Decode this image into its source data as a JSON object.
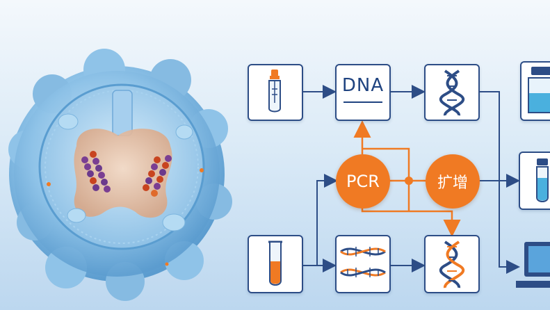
{
  "diagram": {
    "dna_label": "DNA",
    "pcr_label": "PCR",
    "amplify_label": "扩增"
  },
  "colors": {
    "flow_blue": "#2d4d86",
    "pcr_orange": "#f07a23",
    "cell_blue": "#8fc3e8",
    "nucleus_peach": "#e8c4a8",
    "chromosome_purple": "#6b3a8c",
    "chromosome_red": "#c8441f"
  },
  "icons": {
    "input_top": "dropper-tube-icon",
    "output_top": "dna-helix-icon",
    "input_bottom": "orange-sample-tube-icon",
    "middle_bottom": "double-dna-strand-icon",
    "output_bottom": "orange-dna-helix-icon",
    "right_top": "blue-jar-icon",
    "right_middle": "blue-tube-icon",
    "right_bottom": "laptop-icon"
  }
}
